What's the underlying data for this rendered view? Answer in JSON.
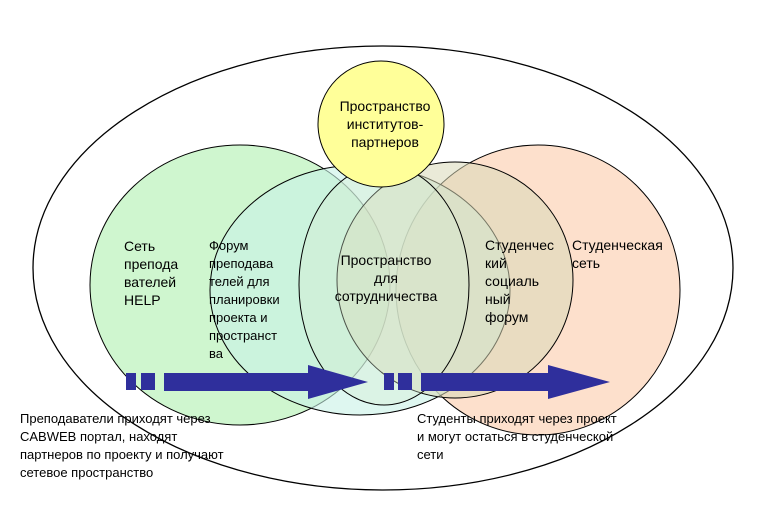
{
  "diagram": {
    "colors": {
      "outer_stroke": "#000000",
      "teacher_fill": "#ccf5cc",
      "forum_fill": "#c8f2e6",
      "student_fill": "#fde0cc",
      "partner_fill": "#ffff99",
      "arrow_fill": "#2f2f9c"
    },
    "labels": {
      "partner_space": "Пространство\nинститутов-\nпартнеров",
      "help_network": "Сеть\nпрепода\nвателей\nHELP",
      "teacher_forum": "Форум\nпреподава\nтелей для\nпланировки\nпроекта и\nпространст\nва",
      "collab_space": "Пространство\nдля\nсотрудничества",
      "student_forum": "Студенчес\nкий\nсоциаль\nный\nфорум",
      "student_network": "Студенческая\nсеть",
      "teachers_note": "Преподаватели приходят через\nCABWEB портал, находят\nпартнеров по проекту и получают\nсетевое пространство",
      "students_note": "Студенты приходят через проект\nи могут остаться в студенческой\nсети"
    }
  }
}
